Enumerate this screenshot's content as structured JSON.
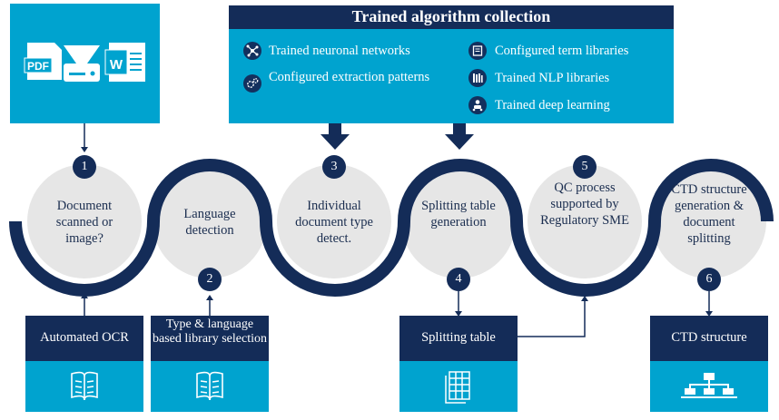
{
  "collection": {
    "title": "Trained algorithm collection",
    "left_items": [
      "Trained neuronal networks",
      "Configured extraction patterns"
    ],
    "right_items": [
      "Configured term libraries",
      "Trained NLP libraries",
      "Trained deep learning"
    ]
  },
  "input_icons": {
    "pdf_label": "PDF",
    "word_label": "W"
  },
  "steps": [
    {
      "number": "1",
      "label": "Document scanned or image?"
    },
    {
      "number": "2",
      "label": "Language detection"
    },
    {
      "number": "3",
      "label": "Individual document type detect."
    },
    {
      "number": "4",
      "label": "Splitting table generation"
    },
    {
      "number": "5",
      "label": "QC process supported by Regulatory SME"
    },
    {
      "number": "6",
      "label": "CTD structure generation & document splitting"
    }
  ],
  "outputs": [
    "Automated OCR",
    "Type & language based library selection",
    "Splitting table",
    "CTD structure"
  ],
  "icon_names": [
    "book-icon",
    "book-icon",
    "spreadsheet-icon",
    "hierarchy-icon"
  ],
  "colors": {
    "cyan": "#00a3cf",
    "navy": "#142c58",
    "circle": "#e6e6e6"
  }
}
